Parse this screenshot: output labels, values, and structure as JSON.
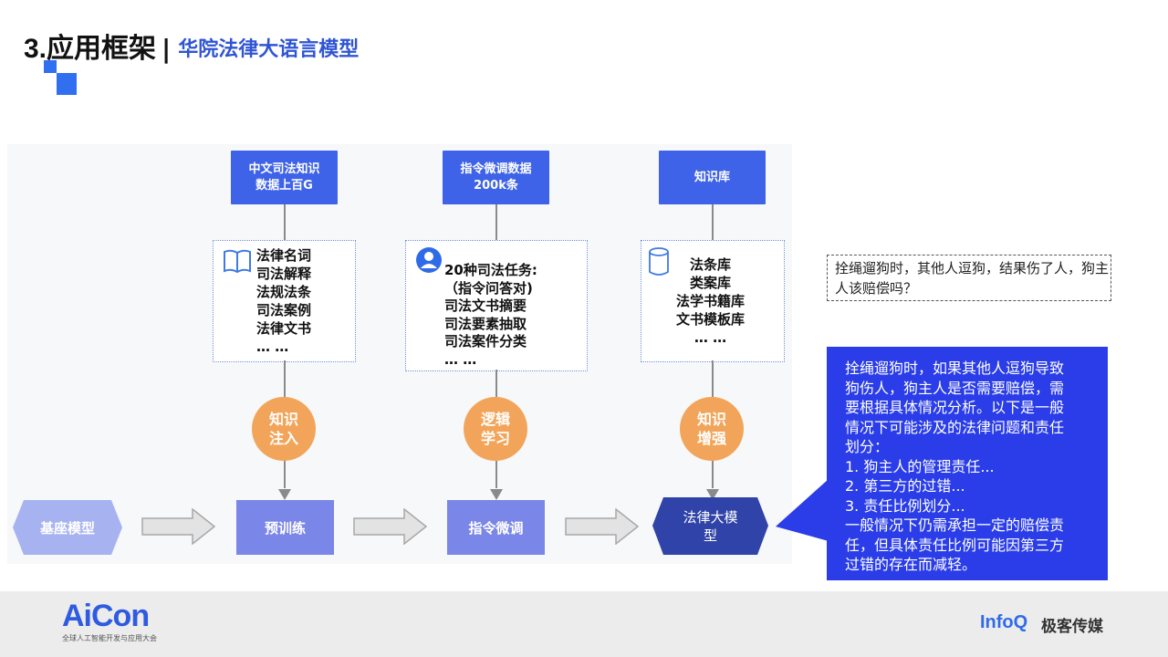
{
  "slide": {
    "title_main": "3.应用框架",
    "title_separator": "|",
    "title_sub": "华院法律大语言模型"
  },
  "sources": [
    {
      "label": "中文司法知识\n数据上百G"
    },
    {
      "label": "指令微调数据\n200k条"
    },
    {
      "label": "知识库"
    }
  ],
  "details": [
    {
      "icon": "book-icon",
      "text": "法律名词\n司法解释\n法规法条\n司法案例\n法律文书\n… …"
    },
    {
      "icon": "user-icon",
      "text": "20种司法任务:\n（指令问答对)\n司法文书摘要\n司法要素抽取\n司法案件分类\n… …"
    },
    {
      "icon": "database-icon",
      "text": "法条库\n类案库\n法学书籍库\n文书模板库\n… …"
    }
  ],
  "methods": [
    {
      "label": "知识\n注入"
    },
    {
      "label": "逻辑\n学习"
    },
    {
      "label": "知识\n增强"
    }
  ],
  "pipeline": {
    "base": "基座模型",
    "pretrain": "预训练",
    "finetune": "指令微调",
    "final": "法律大模\n型"
  },
  "example": {
    "question": "拴绳遛狗时，其他人逗狗，结果伤了人，狗主人该赔偿吗？",
    "answer_lines": [
      "拴绳遛狗时，如果其他人逗狗导致",
      "狗伤人，狗主人是否需要赔偿，需",
      "要根据具体情况分析。以下是一般",
      "情况下可能涉及的法律问题和责任",
      "划分：",
      "1. 狗主人的管理责任...",
      "2. 第三方的过错...",
      "3. 责任比例划分...",
      "一般情况下仍需承担一定的赔偿责",
      "任，但具体责任比例可能因第三方",
      "过错的存在而减轻。"
    ]
  },
  "footer": {
    "left_logo": "AiCon",
    "left_tagline": "全球人工智能开发与应用大会",
    "right_logo_a": "InfoQ",
    "right_logo_b": "极客传媒"
  },
  "colors": {
    "accent_blue": "#3f63e8",
    "stage_purple": "#7a86e8",
    "method_orange": "#f2a55a",
    "answer_blue": "#2a3de8",
    "final_navy": "#2f43a8"
  }
}
